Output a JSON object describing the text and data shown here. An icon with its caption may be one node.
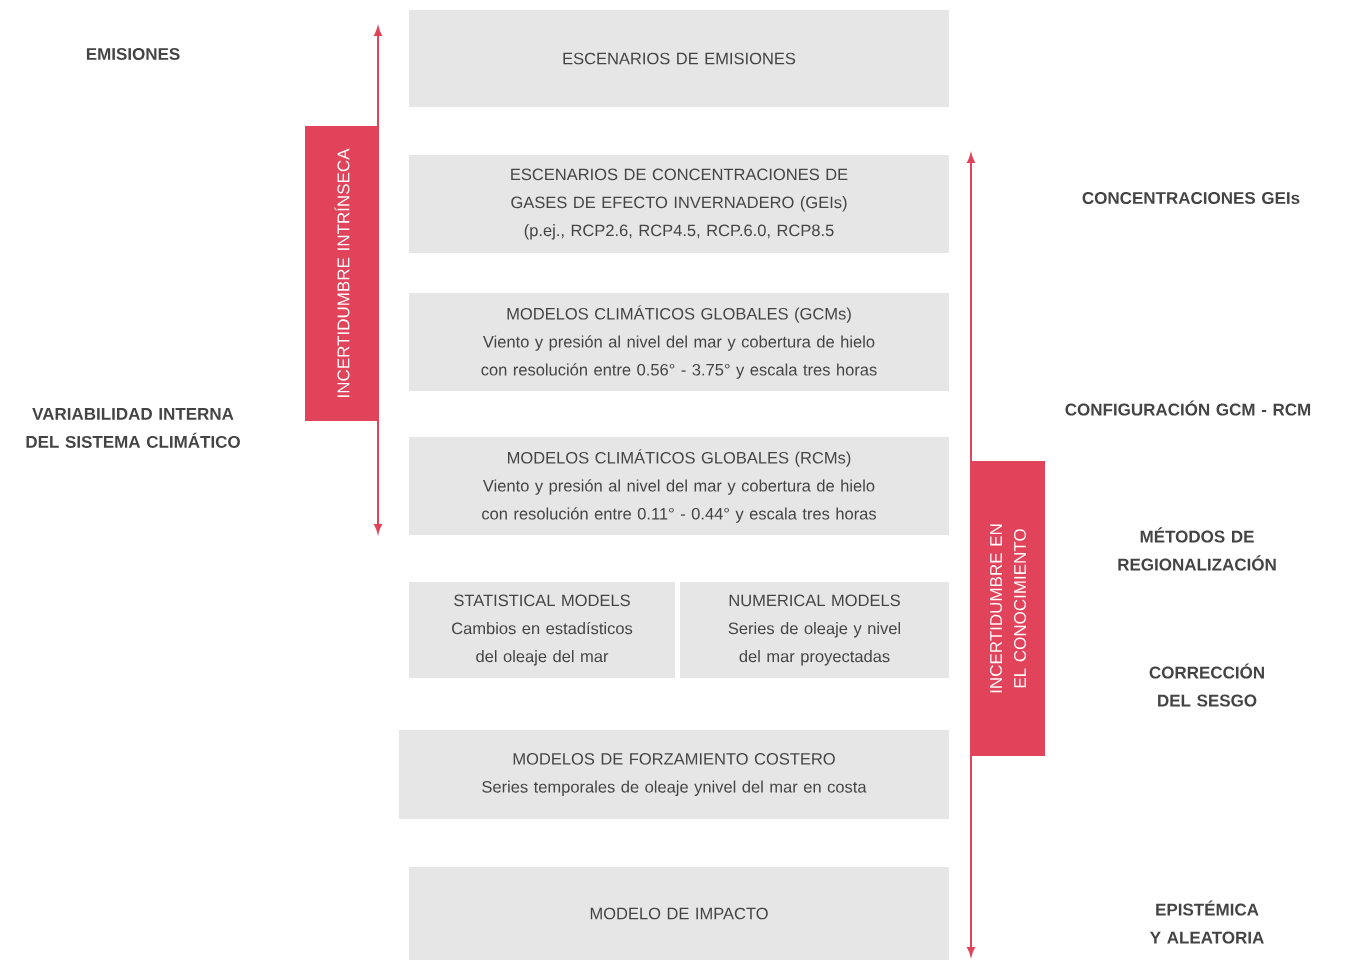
{
  "diagram": {
    "nodes": [
      {
        "text": [
          "ESCENARIOS DE EMISIONES"
        ]
      },
      {
        "text": [
          "ESCENARIOS DE CONCENTRACIONES DE GASES DE EFECTO INVERNADERO (GEIs)",
          "(p.ej., RCP2.6, RCP4.5, RCP.6.0, RCP8.5"
        ]
      },
      {
        "text": [
          "MODELOS CLIMÁTICOS GLOBALES (GCMs)",
          "Viento y presión al nivel del mar y cobertura de hielo con resolución entre 0.56° - 3.75° y escala tres horas"
        ]
      },
      {
        "text": [
          "MODELOS CLIMÁTICOS GLOBALES (RCMs)",
          "Viento y presión al nivel del mar y cobertura de hielo con resolución entre 0.11° - 0.44° y escala tres horas"
        ]
      },
      {
        "text": [
          "STATISTICAL MODELS",
          "Cambios en estadísticos del oleaje del mar"
        ]
      },
      {
        "text": [
          "NUMERICAL MODELS",
          "Series de oleaje y nivel del mar proyectadas"
        ]
      },
      {
        "text": [
          "MODELOS DE FORZAMIENTO COSTERO",
          "Series temporales de oleaje ynivel del mar en costa"
        ]
      },
      {
        "text": [
          "MODELO DE IMPACTO"
        ]
      },
      {
        "text": [
          "INCERTIDUMBRE INTRÍNSECA"
        ]
      },
      {
        "text": [
          "INCERTIDUMBRE EN EL CONOCIMIENTO"
        ]
      }
    ],
    "labels": [
      "EMISIONES",
      "CONCENTRACIONES GEIs",
      "CONFIGURACIÓN GCM - RCM",
      "VARIABILIDAD INTERNA DEL SISTEMA CLIMÁTICO",
      "MÉTODOS DE REGIONALIZACIÓN",
      "CORRECCIÓN DEL SESGO",
      "EPISTÉMICA Y ALEATORIA"
    ]
  }
}
